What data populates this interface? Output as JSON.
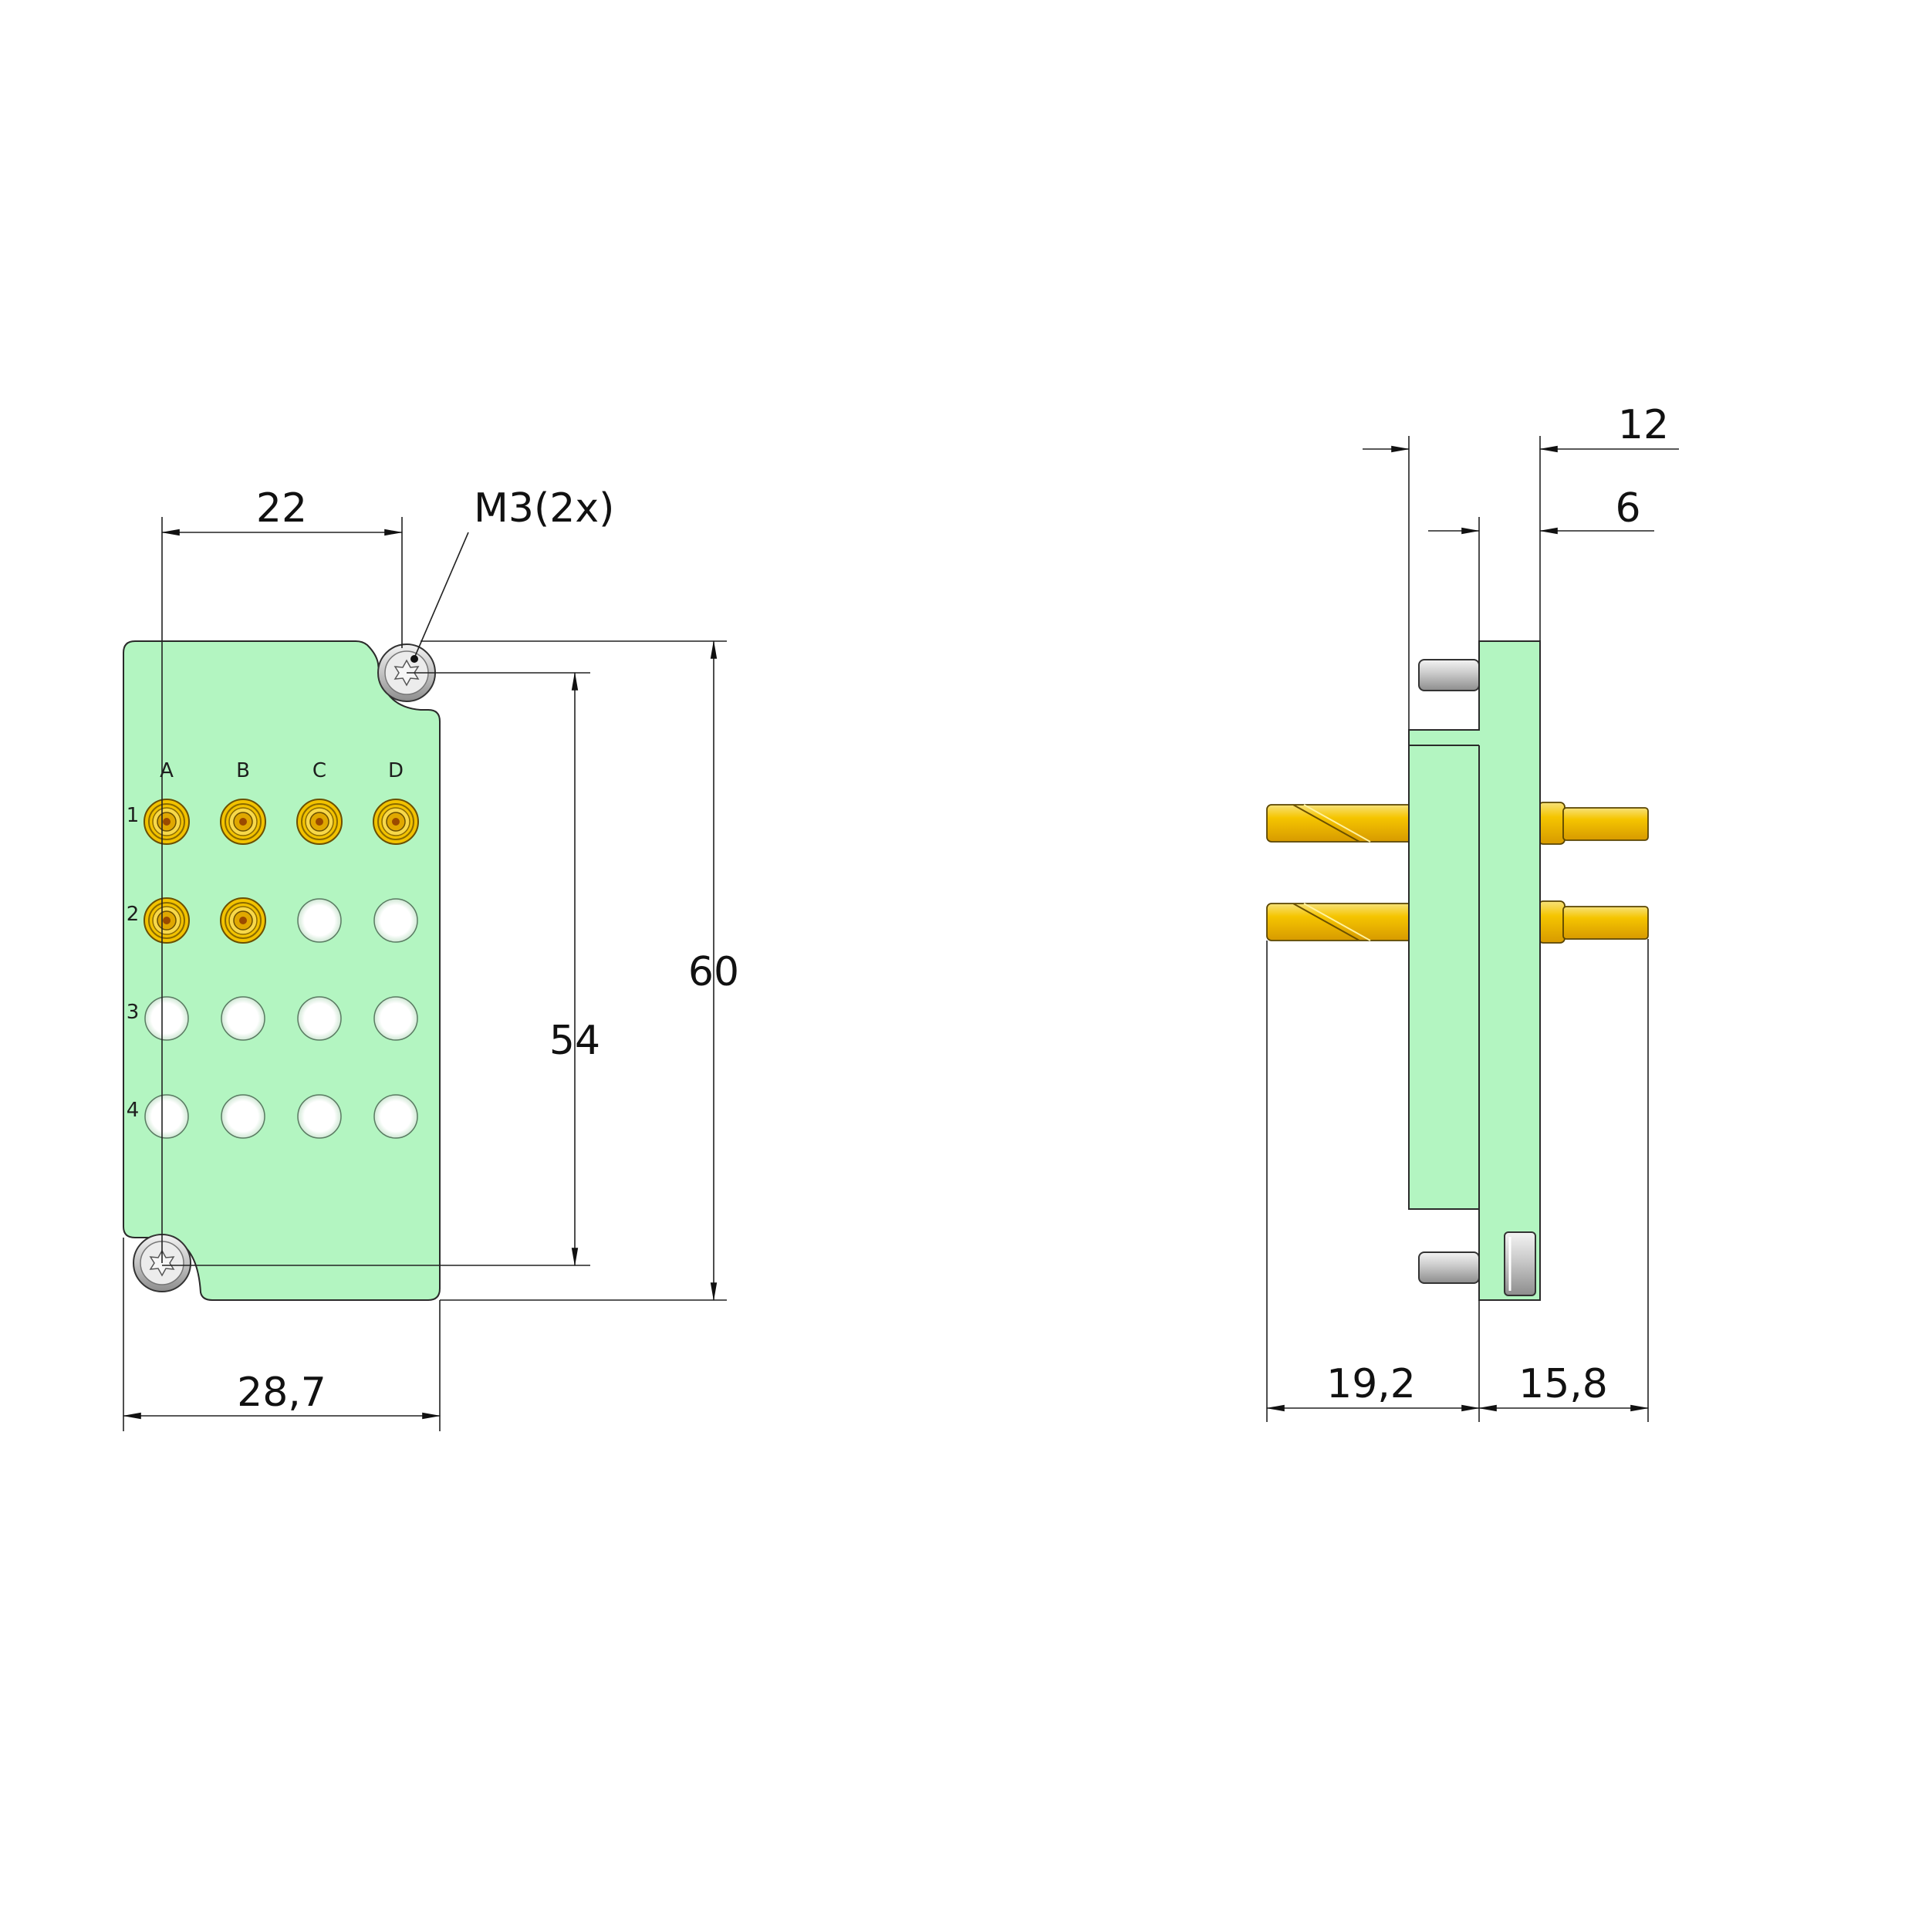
{
  "front_view": {
    "columns": [
      "A",
      "B",
      "C",
      "D"
    ],
    "rows": [
      "1",
      "2",
      "3",
      "4"
    ],
    "populated_contacts": [
      "A1",
      "B1",
      "C1",
      "D1",
      "A2",
      "B2"
    ],
    "dimensions": {
      "screw_pitch_h": "22",
      "thread_callout": "M3(2x)",
      "screw_pitch_v": "54",
      "height": "60",
      "width": "28,7"
    }
  },
  "side_view": {
    "dimensions": {
      "total_depth": "12",
      "flange_depth": "6",
      "pin_length_left": "19,2",
      "pin_length_right": "15,8"
    }
  },
  "colors": {
    "body": "#b3f5c1",
    "contact_gold": "#f2c200",
    "screw": "#d9d9d9",
    "background": "#ffffff"
  }
}
